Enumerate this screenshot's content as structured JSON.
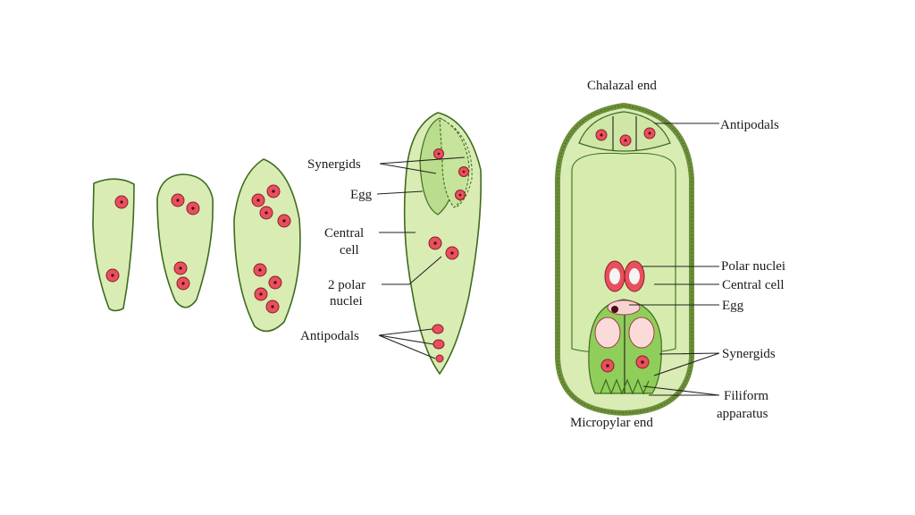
{
  "labels": {
    "synergids_mid": "Synergids",
    "egg_mid": "Egg",
    "central_mid_1": "Central",
    "central_mid_2": "cell",
    "polar_mid_1": "2 polar",
    "polar_mid_2": "nuclei",
    "antipodals_mid": "Antipodals",
    "chalazal_end": "Chalazal end",
    "antipodals_right": "Antipodals",
    "polar_nuclei_right": "Polar nuclei",
    "central_cell_right": "Central cell",
    "egg_right": "Egg",
    "synergids_right": "Synergids",
    "filiform_1": "Filiform",
    "filiform_2": "apparatus",
    "micropylar_end": "Micropylar end"
  },
  "colors": {
    "cytoplasm": "#d9ecb4",
    "outline": "#3f6b1f",
    "nucleus": "#e8505e",
    "wall": "#8fb05a"
  }
}
